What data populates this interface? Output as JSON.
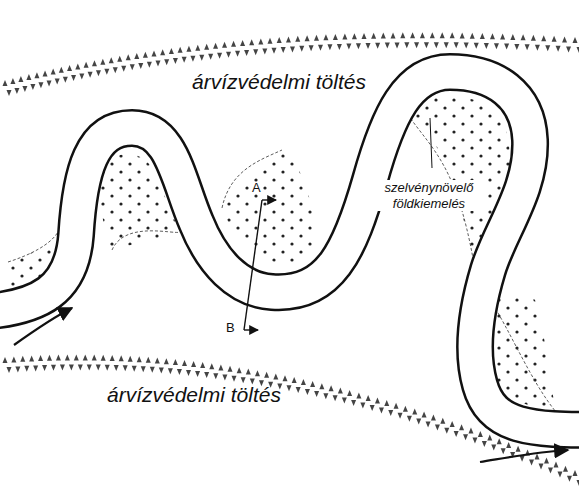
{
  "diagram": {
    "labels": [
      "árvízvédelmi töltés",
      "árvízvédelmi töltés",
      "szelvénynövelő földkiemelés",
      "A",
      "B"
    ]
  }
}
